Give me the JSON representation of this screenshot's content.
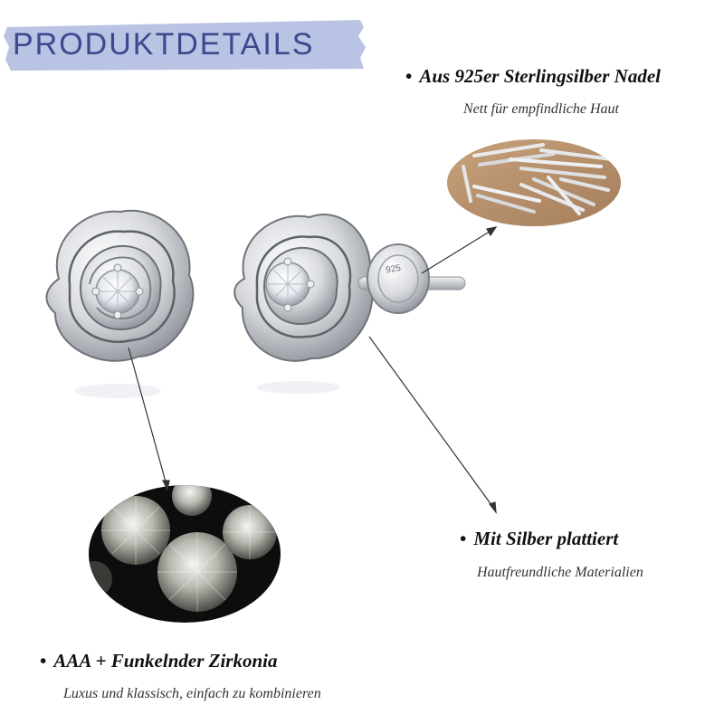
{
  "banner": {
    "title": "PRODUKTDETAILS"
  },
  "features": {
    "needle": {
      "bullet": "•",
      "title": "Aus 925er Sterlingsilber Nadel",
      "subtitle": "Nett für empfindliche Haut"
    },
    "plated": {
      "bullet": "•",
      "title": "Mit Silber plattiert",
      "subtitle": "Hautfreundliche Materialien"
    },
    "zirconia": {
      "bullet": "•",
      "title": "AAA + Funkelnder Zirkonia",
      "subtitle": "Luxus und klassisch, einfach zu kombinieren"
    }
  },
  "earring": {
    "stamp": "925"
  },
  "colors": {
    "banner": "#b9c3e4",
    "banner_text": "#3a4a8c",
    "silver": "#c9ccd2",
    "background": "#ffffff"
  }
}
